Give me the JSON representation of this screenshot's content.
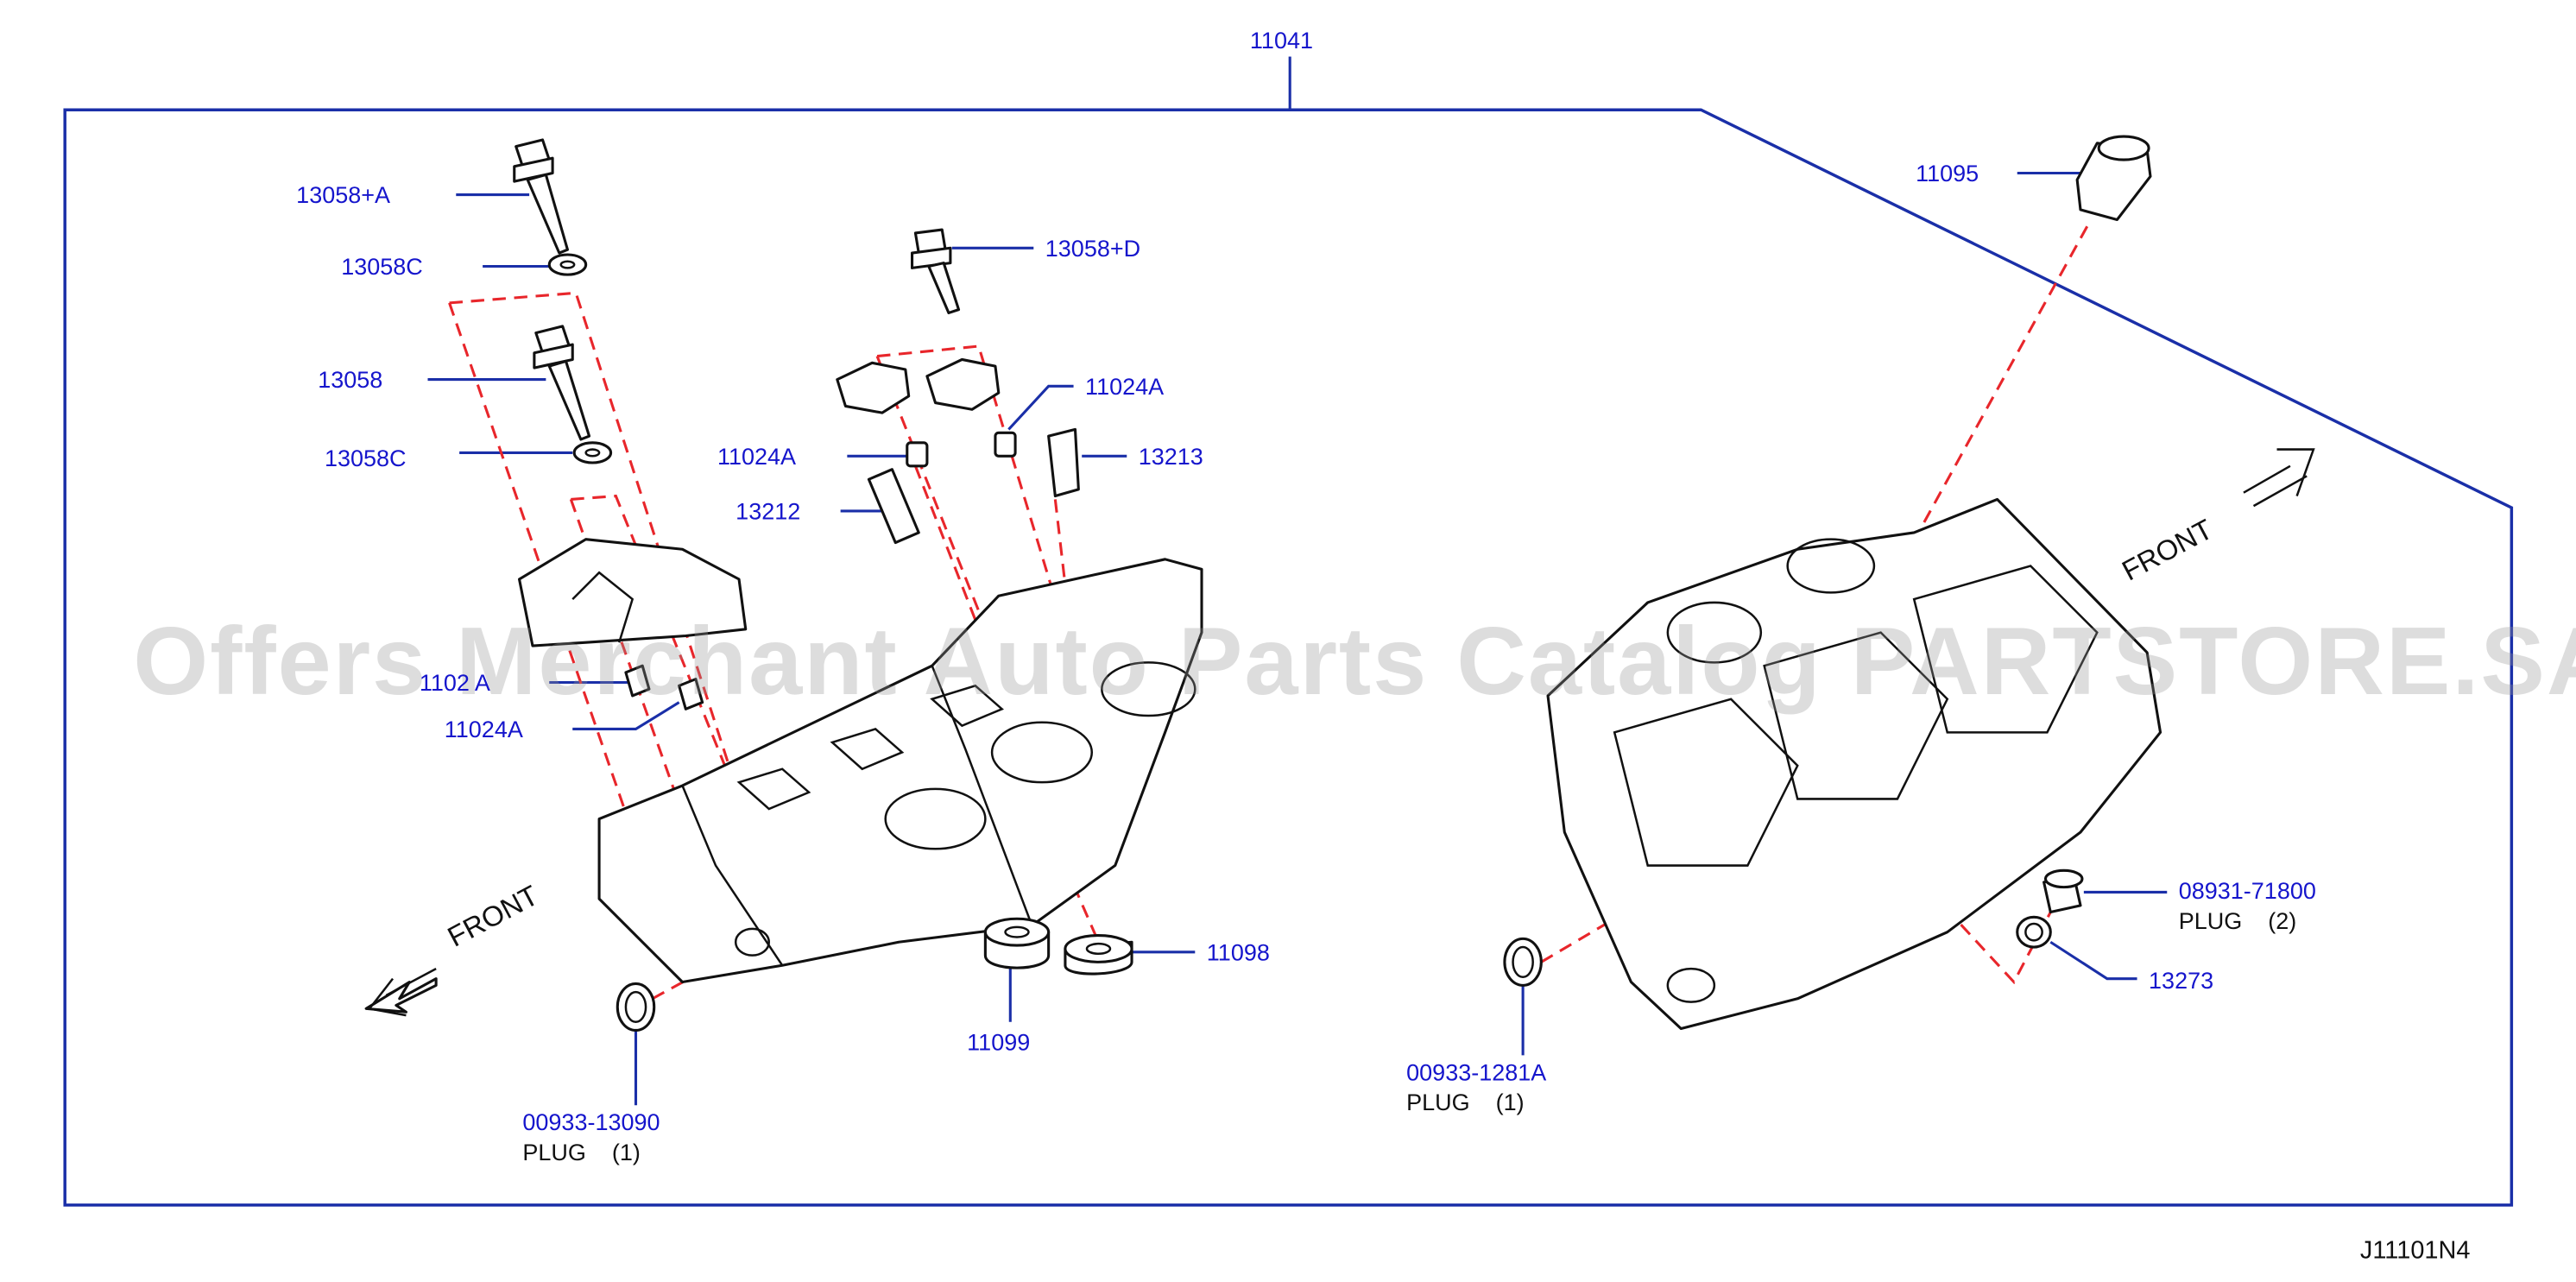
{
  "watermark": "Offers Merchant Auto Parts Catalog PARTSTORE.SA",
  "diagram_code": "J11101N4",
  "front_label": "FRONT",
  "colors": {
    "label_blue": "#1515cc",
    "leader_blue": "#1a2fa8",
    "dash_red": "#e8262b",
    "outline": "#111111"
  },
  "callouts": {
    "c11041": "11041",
    "c13058A": "13058+A",
    "c13058C_top": "13058C",
    "c13058": "13058",
    "c13058C_bottom": "13058C",
    "c13058D": "13058+D",
    "c11024A_r": "11024A",
    "c11024A_m": "11024A",
    "c13213": "13213",
    "c13212": "13212",
    "c1102A": "1102 A",
    "c11024A_l": "11024A",
    "c11095": "11095",
    "c11098": "11098",
    "c11099": "11099",
    "c00933_13090": "00933-13090",
    "c00933_1281A": "00933-1281A",
    "c08931_71800": "08931-71800",
    "c13273": "13273"
  },
  "plug_notes": {
    "plug_left": "PLUG    (1)",
    "plug_right": "PLUG    (1)",
    "plug_side": "PLUG    (2)"
  }
}
